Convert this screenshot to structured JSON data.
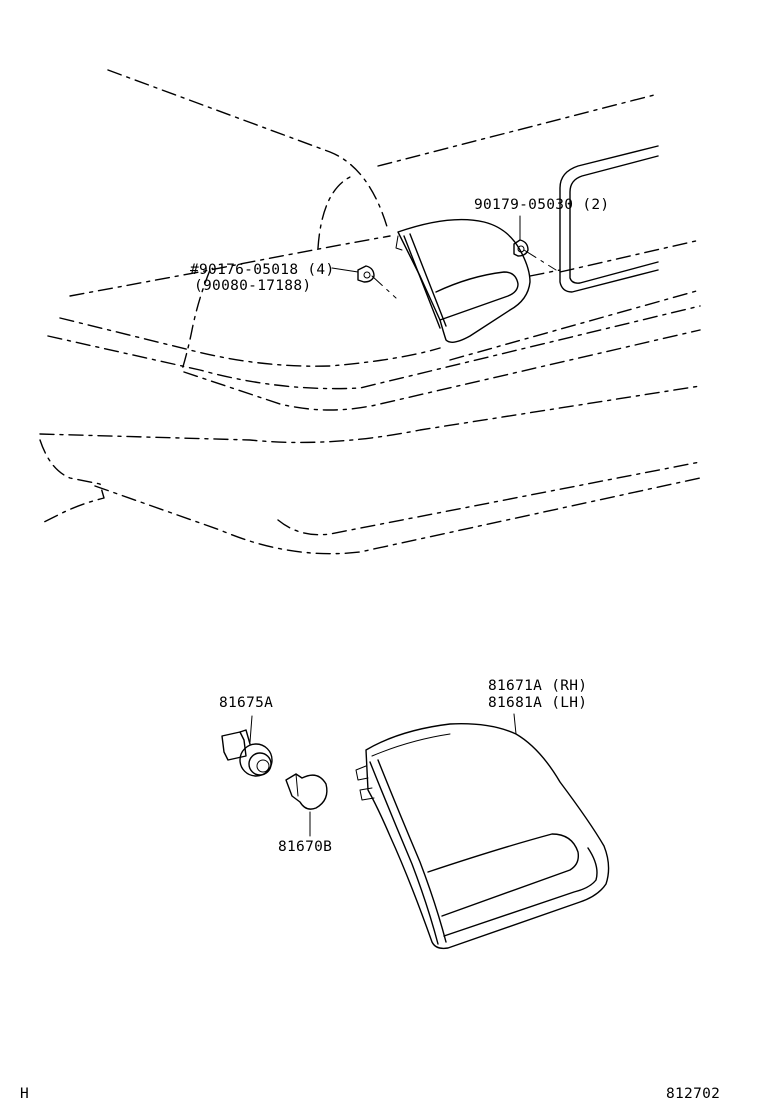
{
  "callouts": {
    "screw_top_right": "90179-05030 (2)",
    "screw_left_line1": "#90176-05018 (4)",
    "screw_left_line2": "(90080-17188)",
    "socket": "81675A",
    "bulb": "81670B",
    "lamp_rh": "81671A (RH)",
    "lamp_lh": "81681A (LH)"
  },
  "footer": {
    "left_code": "H",
    "diagram_number": "812702"
  }
}
